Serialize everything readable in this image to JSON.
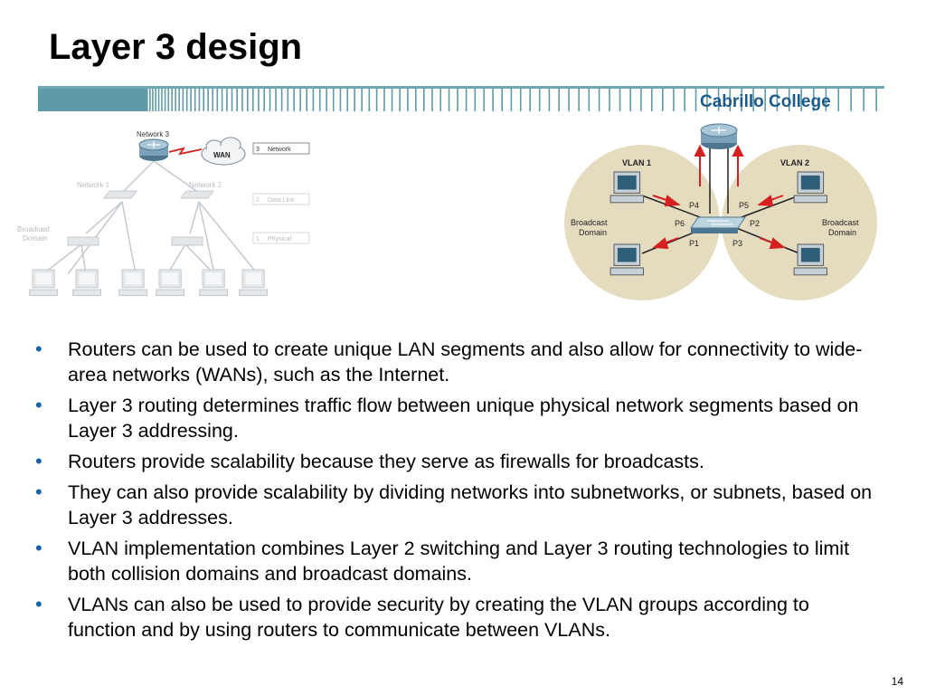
{
  "slide": {
    "title": "Layer 3 design",
    "brand": "Cabrillo College",
    "page_number": "14"
  },
  "left_diagram": {
    "network3": "Network 3",
    "wan": "WAN",
    "network1": "Network 1",
    "network2": "Network 2",
    "broadcast": "Broadcast",
    "domain": "Domain",
    "layers": [
      {
        "num": "3",
        "name": "Network"
      },
      {
        "num": "2",
        "name": "Data Link"
      },
      {
        "num": "1",
        "name": "Physical"
      }
    ]
  },
  "right_diagram": {
    "vlan1": "VLAN 1",
    "vlan2": "VLAN 2",
    "broadcast": "Broadcast",
    "domain": "Domain",
    "ports": {
      "p1": "P1",
      "p2": "P2",
      "p3": "P3",
      "p4": "P4",
      "p5": "P5",
      "p6": "P6"
    }
  },
  "bullets": [
    "Routers can be used to create unique LAN segments and also allow for connectivity to wide-area networks (WANs), such as the Internet.",
    "Layer 3 routing determines traffic flow between unique physical network segments based on Layer 3 addressing.",
    "Routers provide scalability because they serve as firewalls for broadcasts.",
    "They can also provide scalability by dividing networks into subnetworks, or subnets, based on Layer 3 addresses.",
    "VLAN implementation combines Layer 2 switching and Layer 3 routing technologies to limit both collision domains and broadcast domains.",
    "VLANs can also be used to provide security by creating the VLAN groups according to function and by using routers to communicate between VLANs."
  ],
  "colors": {
    "stripe": "#5f9aa7",
    "brand": "#1d5b8c",
    "bullet": "#1a63a6",
    "domain_circle": "#e5dcc0",
    "arrow": "#d42020"
  }
}
